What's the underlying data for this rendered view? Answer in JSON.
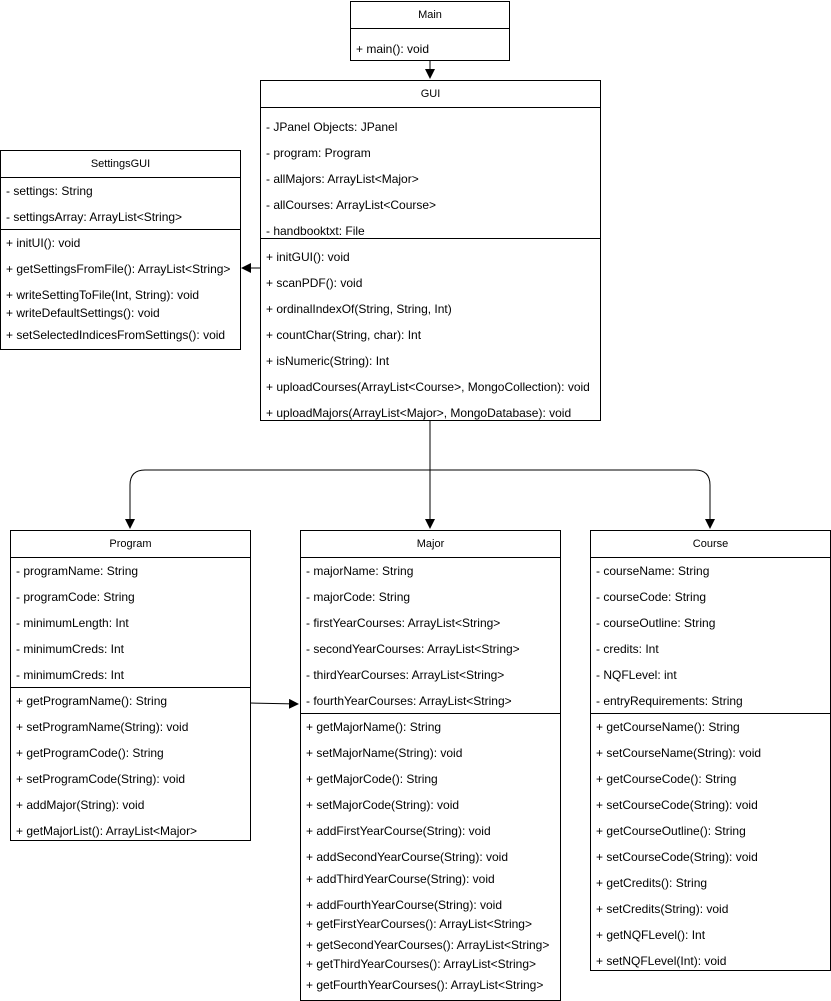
{
  "diagram": {
    "classes": {
      "main": {
        "name": "Main",
        "attributes": [],
        "methods": [
          "+ main(): void"
        ]
      },
      "gui": {
        "name": "GUI",
        "attributes": [
          "- JPanel Objects: JPanel",
          "- program: Program",
          "- allMajors: ArrayList<Major>",
          "- allCourses: ArrayList<Course>",
          "- handbooktxt: File"
        ],
        "methods": [
          "+ initGUI(): void",
          "+ scanPDF(): void",
          "+ ordinalIndexOf(String, String, Int)",
          "+ countChar(String, char): Int",
          "+ isNumeric(String): Int",
          "+ uploadCourses(ArrayList<Course>, MongoCollection): void",
          "+ uploadMajors(ArrayList<Major>, MongoDatabase): void"
        ]
      },
      "settings": {
        "name": "SettingsGUI",
        "attributes": [
          "- settings: String",
          "- settingsArray: ArrayList<String>"
        ],
        "methods": [
          "+ initUI(): void",
          "+ getSettingsFromFile(): ArrayList<String>",
          "+ writeSettingToFile(Int, String): void",
          "+ writeDefaultSettings(): void",
          "+ setSelectedIndicesFromSettings(): void"
        ]
      },
      "program": {
        "name": "Program",
        "attributes": [
          "- programName: String",
          "- programCode: String",
          "- minimumLength: Int",
          "- minimumCreds: Int",
          "- minimumCreds: Int"
        ],
        "methods": [
          "+ getProgramName(): String",
          "+ setProgramName(String): void",
          "+ getProgramCode(): String",
          "+ setProgramCode(String): void",
          "+ addMajor(String): void",
          "+ getMajorList(): ArrayList<Major>"
        ]
      },
      "major": {
        "name": "Major",
        "attributes": [
          "- majorName: String",
          "- majorCode: String",
          "- firstYearCourses: ArrayList<String>",
          "- secondYearCourses: ArrayList<String>",
          "- thirdYearCourses: ArrayList<String>",
          "- fourthYearCourses: ArrayList<String>"
        ],
        "methods": [
          "+ getMajorName(): String",
          "+ setMajorName(String): void",
          "+ getMajorCode(): String",
          "+ setMajorCode(String): void",
          "+ addFirstYearCourse(String): void",
          "+ addSecondYearCourse(String): void",
          "+ addThirdYearCourse(String): void",
          "+ addFourthYearCourse(String): void",
          "+ getFirstYearCourses(): ArrayList<String>",
          "+ getSecondYearCourses(): ArrayList<String>",
          "+ getThirdYearCourses(): ArrayList<String>",
          "+ getFourthYearCourses(): ArrayList<String>"
        ]
      },
      "course": {
        "name": "Course",
        "attributes": [
          "- courseName: String",
          "- courseCode: String",
          "- courseOutline: String",
          "- credits: Int",
          "- NQFLevel: int",
          "- entryRequirements: String"
        ],
        "methods": [
          "+ getCourseName(): String",
          "+ setCourseName(String): void",
          "+ getCourseCode(): String",
          "+ setCourseCode(String): void",
          "+ getCourseOutline(): String",
          "+ setCourseCode(String): void",
          "+ getCredits(): String",
          "+ setCredits(String): void",
          "+ getNQFLevel(): Int",
          "+ setNQFLevel(Int): void"
        ]
      }
    }
  }
}
